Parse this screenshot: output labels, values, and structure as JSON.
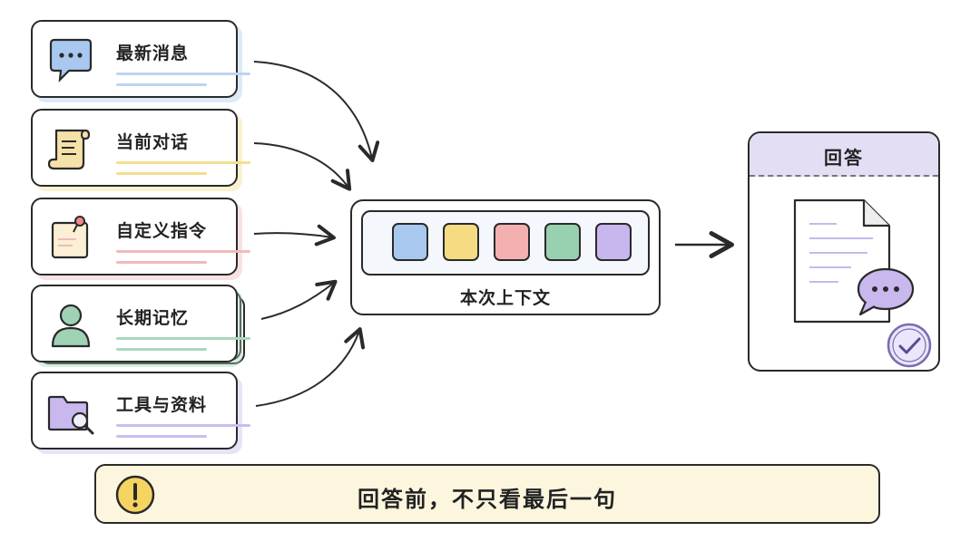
{
  "sources": [
    {
      "label": "最新消息",
      "icon": "chat-bubble-icon",
      "accent": "#a9c8f0"
    },
    {
      "label": "当前对话",
      "icon": "scroll-icon",
      "accent": "#f1dc8a"
    },
    {
      "label": "自定义指令",
      "icon": "pinned-note-icon",
      "accent": "#f2b4b4"
    },
    {
      "label": "长期记忆",
      "icon": "person-icon",
      "accent": "#9fd2b5"
    },
    {
      "label": "工具与资料",
      "icon": "folder-search-icon",
      "accent": "#c8b8ee"
    }
  ],
  "context": {
    "label": "本次上下文",
    "slot_colors": [
      "#a9c8f0",
      "#f5dc82",
      "#f4b0b0",
      "#97d1b0",
      "#c8b6ef"
    ]
  },
  "answer": {
    "title": "回答",
    "icons": [
      "document-icon",
      "chat-bubble-icon",
      "check-icon"
    ]
  },
  "banner": {
    "text": "回答前，不只看最后一句",
    "icon": "warning-icon",
    "accent": "#f6d462"
  }
}
